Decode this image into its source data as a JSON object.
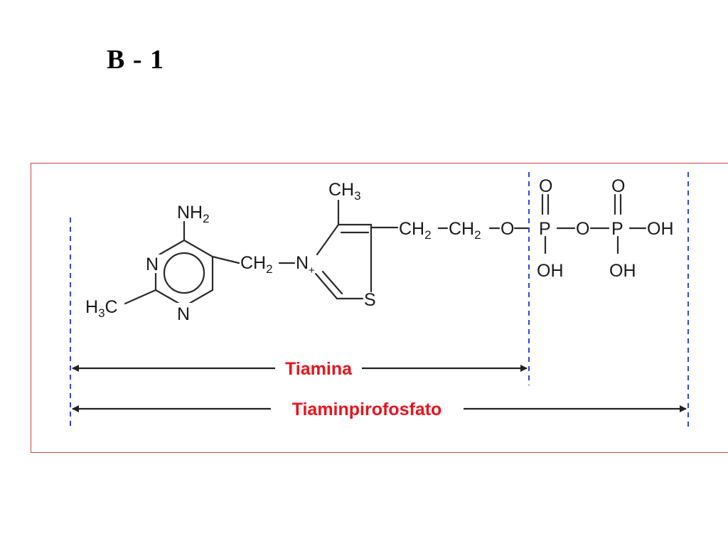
{
  "slide": {
    "title": "B - 1"
  },
  "molecule": {
    "amine_group": "NH",
    "amine_sub": "2",
    "ring_nitrogen": "N",
    "methyl_left": "H",
    "methyl_left_sub": "3",
    "methyl_left_c": "C",
    "methylene_c": "CH",
    "methylene_sub": "2",
    "thiazolium_n": "N",
    "thiazolium_charge": "+",
    "sulfur": "S",
    "methyl_top_c": "CH",
    "methyl_top_sub": "3",
    "chain_ch": "CH",
    "chain_sub": "2",
    "oxygen": "O",
    "phosphorus": "P",
    "hydroxyl": "OH"
  },
  "ranges": {
    "thiamine_label": "Tiamina",
    "tpp_label": "Tiaminpirofosfato"
  },
  "colors": {
    "label_red": "#e8141e",
    "divider_blue": "#3344dd",
    "frame_border": "#cc4444"
  }
}
